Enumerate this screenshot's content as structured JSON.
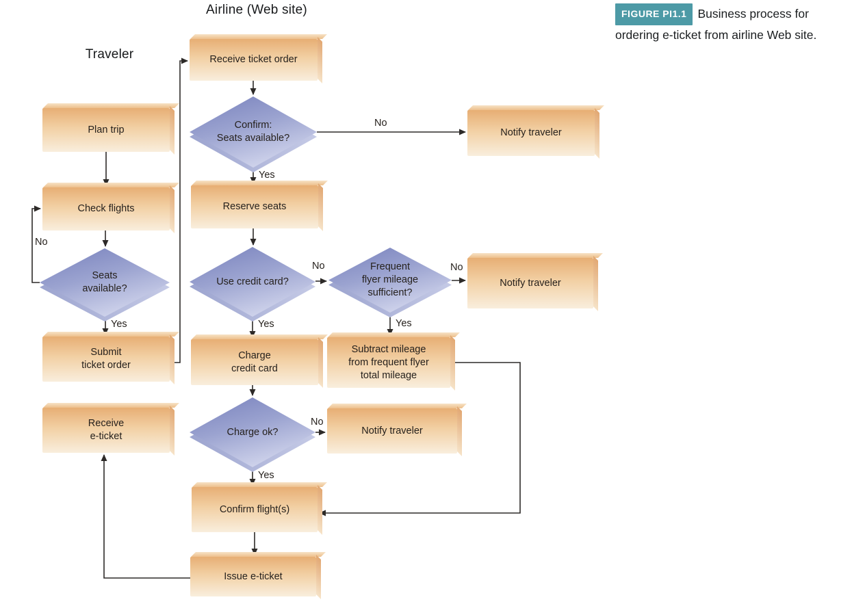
{
  "figure": {
    "badge": "FIGURE PI1.1",
    "caption": "Business process for ordering e-ticket from airline Web site."
  },
  "lane_headers": {
    "traveler": "Traveler",
    "airline": "Airline (Web site)"
  },
  "nodes": {
    "plan_trip": {
      "label": "Plan trip",
      "type": "process",
      "lane": "traveler"
    },
    "check_flights": {
      "label": "Check flights",
      "type": "process",
      "lane": "traveler"
    },
    "seats_available": {
      "label": "Seats\navailable?",
      "type": "decision",
      "lane": "traveler"
    },
    "submit_ticket_order": {
      "label": "Submit\nticket order",
      "type": "process",
      "lane": "traveler"
    },
    "receive_e_ticket": {
      "label": "Receive\ne-ticket",
      "type": "process",
      "lane": "traveler"
    },
    "receive_ticket_order": {
      "label": "Receive ticket order",
      "type": "process",
      "lane": "airline"
    },
    "confirm_seats": {
      "label": "Confirm:\nSeats available?",
      "type": "decision",
      "lane": "airline"
    },
    "notify_traveler_1": {
      "label": "Notify traveler",
      "type": "process",
      "lane": "airline"
    },
    "reserve_seats": {
      "label": "Reserve seats",
      "type": "process",
      "lane": "airline"
    },
    "use_credit_card": {
      "label": "Use credit card?",
      "type": "decision",
      "lane": "airline"
    },
    "frequent_flyer": {
      "label": "Frequent\nflyer mileage\nsufficient?",
      "type": "decision",
      "lane": "airline"
    },
    "notify_traveler_2": {
      "label": "Notify traveler",
      "type": "process",
      "lane": "airline"
    },
    "charge_credit_card": {
      "label": "Charge\ncredit card",
      "type": "process",
      "lane": "airline"
    },
    "subtract_mileage": {
      "label": "Subtract mileage\nfrom frequent flyer\ntotal mileage",
      "type": "process",
      "lane": "airline"
    },
    "charge_ok": {
      "label": "Charge ok?",
      "type": "decision",
      "lane": "airline"
    },
    "notify_traveler_3": {
      "label": "Notify traveler",
      "type": "process",
      "lane": "airline"
    },
    "confirm_flights": {
      "label": "Confirm flight(s)",
      "type": "process",
      "lane": "airline"
    },
    "issue_e_ticket": {
      "label": "Issue e-ticket",
      "type": "process",
      "lane": "airline"
    }
  },
  "edges": [
    {
      "from": "plan_trip",
      "to": "check_flights",
      "label": ""
    },
    {
      "from": "check_flights",
      "to": "seats_available",
      "label": ""
    },
    {
      "from": "seats_available",
      "to": "submit_ticket_order",
      "label": "Yes"
    },
    {
      "from": "seats_available",
      "to": "check_flights",
      "label": "No"
    },
    {
      "from": "submit_ticket_order",
      "to": "receive_ticket_order",
      "label": ""
    },
    {
      "from": "receive_ticket_order",
      "to": "confirm_seats",
      "label": ""
    },
    {
      "from": "confirm_seats",
      "to": "notify_traveler_1",
      "label": "No"
    },
    {
      "from": "confirm_seats",
      "to": "reserve_seats",
      "label": "Yes"
    },
    {
      "from": "reserve_seats",
      "to": "use_credit_card",
      "label": ""
    },
    {
      "from": "use_credit_card",
      "to": "frequent_flyer",
      "label": "No"
    },
    {
      "from": "use_credit_card",
      "to": "charge_credit_card",
      "label": "Yes"
    },
    {
      "from": "frequent_flyer",
      "to": "notify_traveler_2",
      "label": "No"
    },
    {
      "from": "frequent_flyer",
      "to": "subtract_mileage",
      "label": "Yes"
    },
    {
      "from": "charge_credit_card",
      "to": "charge_ok",
      "label": ""
    },
    {
      "from": "charge_ok",
      "to": "notify_traveler_3",
      "label": "No"
    },
    {
      "from": "charge_ok",
      "to": "confirm_flights",
      "label": "Yes"
    },
    {
      "from": "confirm_flights",
      "to": "issue_e_ticket",
      "label": ""
    },
    {
      "from": "subtract_mileage",
      "to": "confirm_flights",
      "label": ""
    },
    {
      "from": "issue_e_ticket",
      "to": "receive_e_ticket",
      "label": ""
    }
  ],
  "colors": {
    "process_fill_top": "#e7ae74",
    "process_fill_bottom": "#f9eedd",
    "process_bevel_light": "#f7e3c6",
    "decision_fill_top": "#7e87c0",
    "decision_fill_bottom": "#dcdff2",
    "decision_depth": "#9ca4cf",
    "connector": "#2d2a28",
    "badge_background": "#4d9aa6",
    "node_text": "#26211d"
  }
}
